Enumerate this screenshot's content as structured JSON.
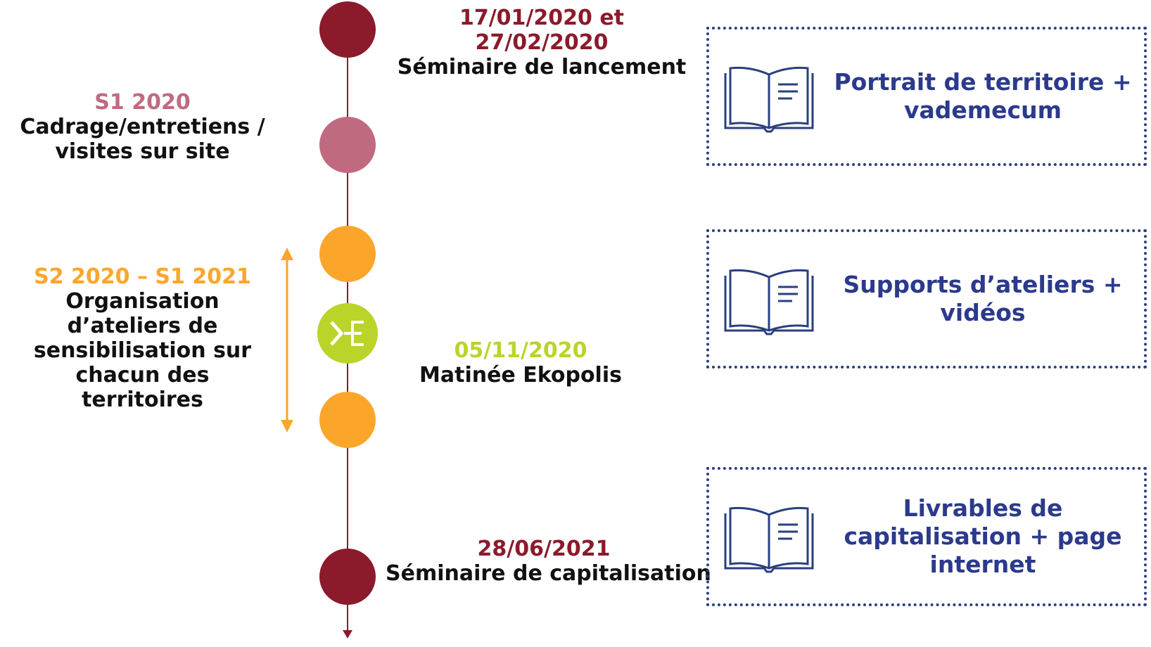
{
  "colors": {
    "dark_red": "#8b1a2b",
    "pink": "#c06a80",
    "orange": "#fba62b",
    "lime": "#bcd32a",
    "navy": "#2b3a8c",
    "text": "#111111"
  },
  "timeline": {
    "events": [
      {
        "date": "17/01/2020 et\n27/02/2020",
        "title": "Séminaire de lancement"
      },
      {
        "date": "05/11/2020",
        "title": "Matinée Ekopolis"
      },
      {
        "date": "28/06/2021",
        "title": "Séminaire de capitalisation"
      }
    ],
    "phases": [
      {
        "period": "S1 2020",
        "description": "Cadrage/entretiens  /\nvisites sur site"
      },
      {
        "period": "S2 2020 – S1 2021",
        "description": "Organisation\nd’ateliers de\nsensibilisation sur\nchacun des\nterritoires"
      }
    ],
    "logo_icon": "ekopolis-logo-icon"
  },
  "deliverables": [
    {
      "label": "Portrait de territoire +\nvademecum",
      "icon": "book-icon"
    },
    {
      "label": "Supports d’ateliers +\nvidéos",
      "icon": "book-icon"
    },
    {
      "label": "Livrables de\ncapitalisation + page\ninternet",
      "icon": "book-icon"
    }
  ]
}
